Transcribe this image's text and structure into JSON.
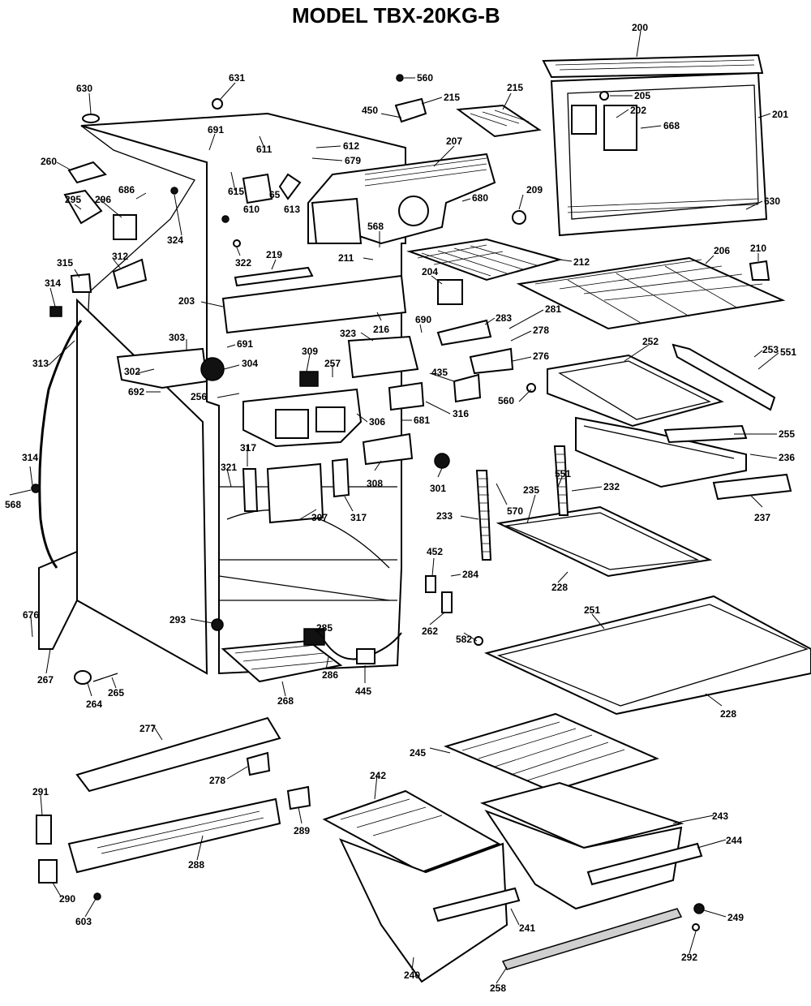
{
  "title": "MODEL TBX-20KG-B",
  "labels": {
    "l200": "200",
    "l201": "201",
    "l202": "202",
    "l205": "205",
    "l668": "668",
    "l630b": "630",
    "l630a": "630",
    "l631": "631",
    "l560a": "560",
    "l215a": "215",
    "l215b": "215",
    "l450": "450",
    "l691a": "691",
    "l611": "611",
    "l612": "612",
    "l679": "679",
    "l207": "207",
    "l260": "260",
    "l686": "686",
    "l615": "615",
    "l610": "610",
    "l65": "65",
    "l613": "613",
    "l680": "680",
    "l209": "209",
    "l295": "295",
    "l296": "296",
    "l324": "324",
    "l568a": "568",
    "l322": "322",
    "l219": "219",
    "l211": "211",
    "l212": "212",
    "l206": "206",
    "l210": "210",
    "l315": "315",
    "l312": "312",
    "l314a": "314",
    "l203": "203",
    "l204": "204",
    "l216": "216",
    "l690": "690",
    "l283": "283",
    "l281": "281",
    "l278": "278",
    "l323": "323",
    "l276": "276",
    "l303": "303",
    "l691b": "691",
    "l313": "313",
    "l302": "302",
    "l304": "304",
    "l309": "309",
    "l257": "257",
    "l435": "435",
    "l252": "252",
    "l253": "253",
    "l551a": "551",
    "l692": "692",
    "l256": "256",
    "l560b": "560",
    "l306": "306",
    "l681": "681",
    "l316": "316",
    "l255": "255",
    "l236": "236",
    "l317a": "317",
    "l314b": "314",
    "l321": "321",
    "l308": "308",
    "l301": "301",
    "l551b": "551",
    "l232": "232",
    "l235": "235",
    "l568b": "568",
    "l570": "570",
    "l237": "237",
    "l307": "307",
    "l317b": "317",
    "l233": "233",
    "l452": "452",
    "l284": "284",
    "l228a": "228",
    "l676": "676",
    "l293": "293",
    "l285": "285",
    "l262": "262",
    "l582": "582",
    "l251": "251",
    "l286": "286",
    "l267": "267",
    "l445": "445",
    "l264": "264",
    "l265": "265",
    "l268": "268",
    "l228b": "228",
    "l277": "277",
    "l245": "245",
    "l278b": "278",
    "l291": "291",
    "l242": "242",
    "l289": "289",
    "l243": "243",
    "l244": "244",
    "l288": "288",
    "l290": "290",
    "l603": "603",
    "l241": "241",
    "l249": "249",
    "l292": "292",
    "l240": "240",
    "l258": "258"
  }
}
